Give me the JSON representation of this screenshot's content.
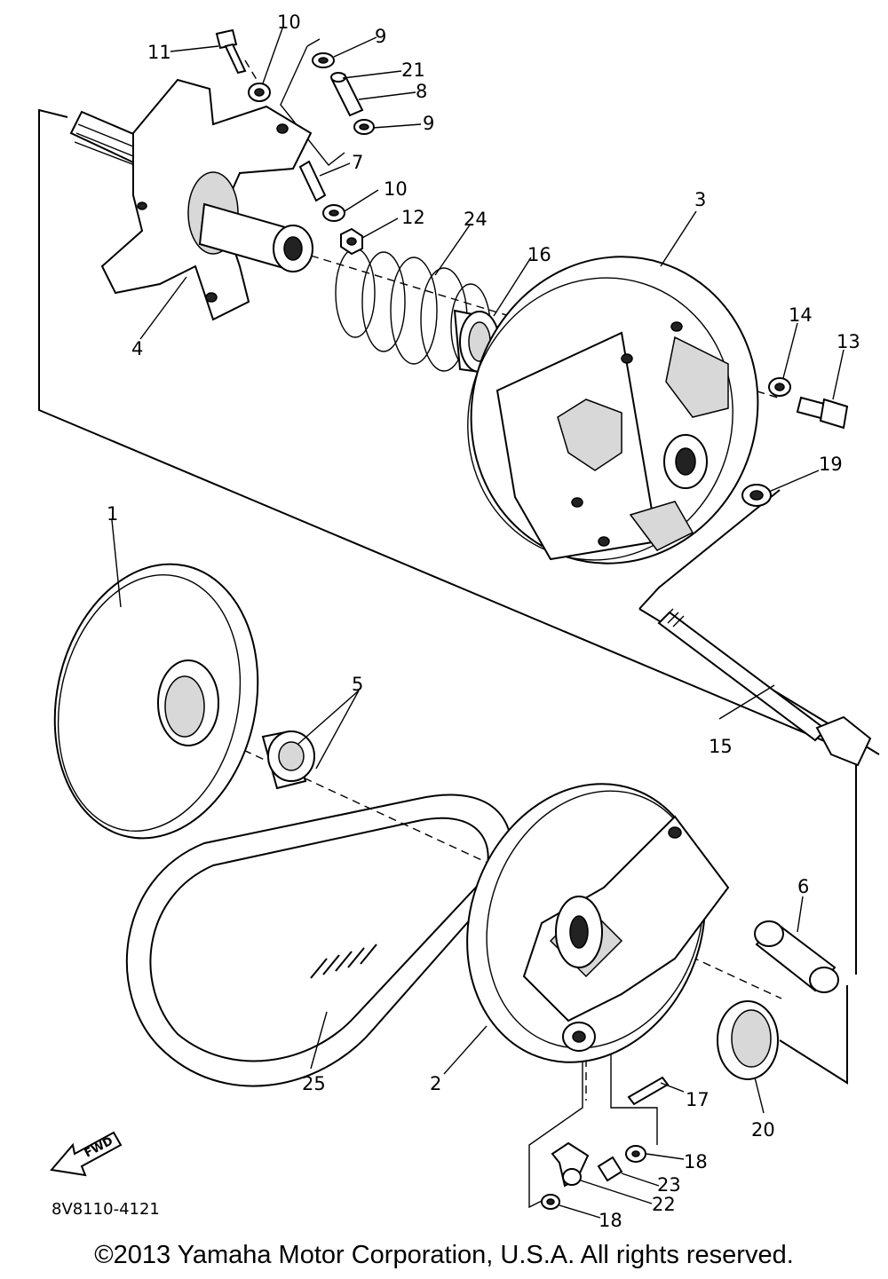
{
  "diagram": {
    "callouts": [
      "1",
      "2",
      "3",
      "4",
      "5",
      "6",
      "7",
      "8",
      "9",
      "9",
      "10",
      "10",
      "11",
      "12",
      "13",
      "14",
      "15",
      "16",
      "17",
      "18",
      "18",
      "19",
      "20",
      "21",
      "22",
      "23",
      "24",
      "25"
    ],
    "fwd_label": "FWD",
    "drawing_code": "8V8110-4121"
  },
  "footer": {
    "copyright": "©2013 Yamaha Motor Corporation, U.S.A. All rights reserved."
  }
}
